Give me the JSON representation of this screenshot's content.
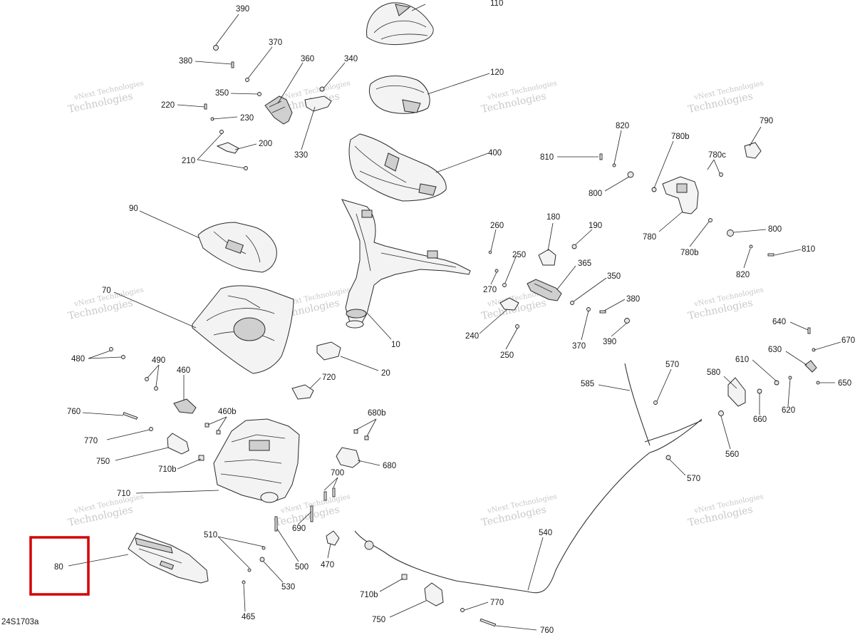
{
  "diagram": {
    "drawing_code": "24S1703a",
    "watermark": {
      "line1": "vNext Technologies",
      "line2": "Technologies"
    },
    "highlighted_part": "80",
    "callouts": [
      {
        "id": "390",
        "label": "390"
      },
      {
        "id": "110",
        "label": "110"
      },
      {
        "id": "370a",
        "label": "370"
      },
      {
        "id": "380a",
        "label": "380"
      },
      {
        "id": "360",
        "label": "360"
      },
      {
        "id": "340",
        "label": "340"
      },
      {
        "id": "120",
        "label": "120"
      },
      {
        "id": "350a",
        "label": "350"
      },
      {
        "id": "220",
        "label": "220"
      },
      {
        "id": "230",
        "label": "230"
      },
      {
        "id": "330",
        "label": "330"
      },
      {
        "id": "200",
        "label": "200"
      },
      {
        "id": "210",
        "label": "210"
      },
      {
        "id": "400",
        "label": "400"
      },
      {
        "id": "820a",
        "label": "820"
      },
      {
        "id": "780b-top",
        "label": "780b"
      },
      {
        "id": "790",
        "label": "790"
      },
      {
        "id": "810a",
        "label": "810"
      },
      {
        "id": "780c",
        "label": "780c"
      },
      {
        "id": "800a",
        "label": "800"
      },
      {
        "id": "90",
        "label": "90"
      },
      {
        "id": "180",
        "label": "180"
      },
      {
        "id": "260",
        "label": "260"
      },
      {
        "id": "190",
        "label": "190"
      },
      {
        "id": "780",
        "label": "780"
      },
      {
        "id": "800b",
        "label": "800"
      },
      {
        "id": "780b-bot",
        "label": "780b"
      },
      {
        "id": "810b",
        "label": "810"
      },
      {
        "id": "250a",
        "label": "250"
      },
      {
        "id": "365",
        "label": "365"
      },
      {
        "id": "820b",
        "label": "820"
      },
      {
        "id": "270",
        "label": "270"
      },
      {
        "id": "350b",
        "label": "350"
      },
      {
        "id": "70",
        "label": "70"
      },
      {
        "id": "380b",
        "label": "380"
      },
      {
        "id": "240",
        "label": "240"
      },
      {
        "id": "10",
        "label": "10"
      },
      {
        "id": "370b",
        "label": "370"
      },
      {
        "id": "390b",
        "label": "390"
      },
      {
        "id": "640",
        "label": "640"
      },
      {
        "id": "670",
        "label": "670"
      },
      {
        "id": "250b",
        "label": "250"
      },
      {
        "id": "630",
        "label": "630"
      },
      {
        "id": "480",
        "label": "480"
      },
      {
        "id": "490",
        "label": "490"
      },
      {
        "id": "20",
        "label": "20"
      },
      {
        "id": "570a",
        "label": "570"
      },
      {
        "id": "610",
        "label": "610"
      },
      {
        "id": "580",
        "label": "580"
      },
      {
        "id": "650",
        "label": "650"
      },
      {
        "id": "460",
        "label": "460"
      },
      {
        "id": "720",
        "label": "720"
      },
      {
        "id": "585",
        "label": "585"
      },
      {
        "id": "620",
        "label": "620"
      },
      {
        "id": "660",
        "label": "660"
      },
      {
        "id": "760a",
        "label": "760"
      },
      {
        "id": "460b",
        "label": "460b"
      },
      {
        "id": "680b",
        "label": "680b"
      },
      {
        "id": "770a",
        "label": "770"
      },
      {
        "id": "560",
        "label": "560"
      },
      {
        "id": "750a",
        "label": "750"
      },
      {
        "id": "680",
        "label": "680"
      },
      {
        "id": "710b-top",
        "label": "710b"
      },
      {
        "id": "700",
        "label": "700"
      },
      {
        "id": "570b",
        "label": "570"
      },
      {
        "id": "710",
        "label": "710"
      },
      {
        "id": "690",
        "label": "690"
      },
      {
        "id": "540",
        "label": "540"
      },
      {
        "id": "510",
        "label": "510"
      },
      {
        "id": "80",
        "label": "80"
      },
      {
        "id": "500",
        "label": "500"
      },
      {
        "id": "470",
        "label": "470"
      },
      {
        "id": "530",
        "label": "530"
      },
      {
        "id": "710b-bot",
        "label": "710b"
      },
      {
        "id": "770b",
        "label": "770"
      },
      {
        "id": "465",
        "label": "465"
      },
      {
        "id": "750b",
        "label": "750"
      },
      {
        "id": "760b",
        "label": "760"
      }
    ]
  }
}
